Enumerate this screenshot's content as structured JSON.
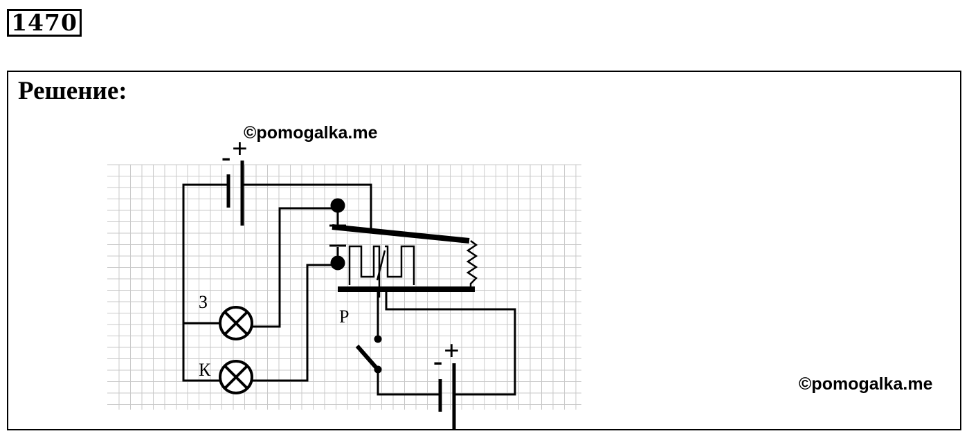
{
  "task": {
    "number": "1470"
  },
  "solution": {
    "title": "Решение:"
  },
  "watermarks": {
    "top": "©pomogalka.me",
    "bottom": "©pomogalka.me"
  },
  "diagram": {
    "label_green_lamp": "З",
    "label_red_lamp": "К",
    "label_relay": "Р",
    "battery_top_minus": "-",
    "battery_top_plus": "+",
    "battery_bottom_minus": "-",
    "battery_bottom_plus": "+"
  }
}
